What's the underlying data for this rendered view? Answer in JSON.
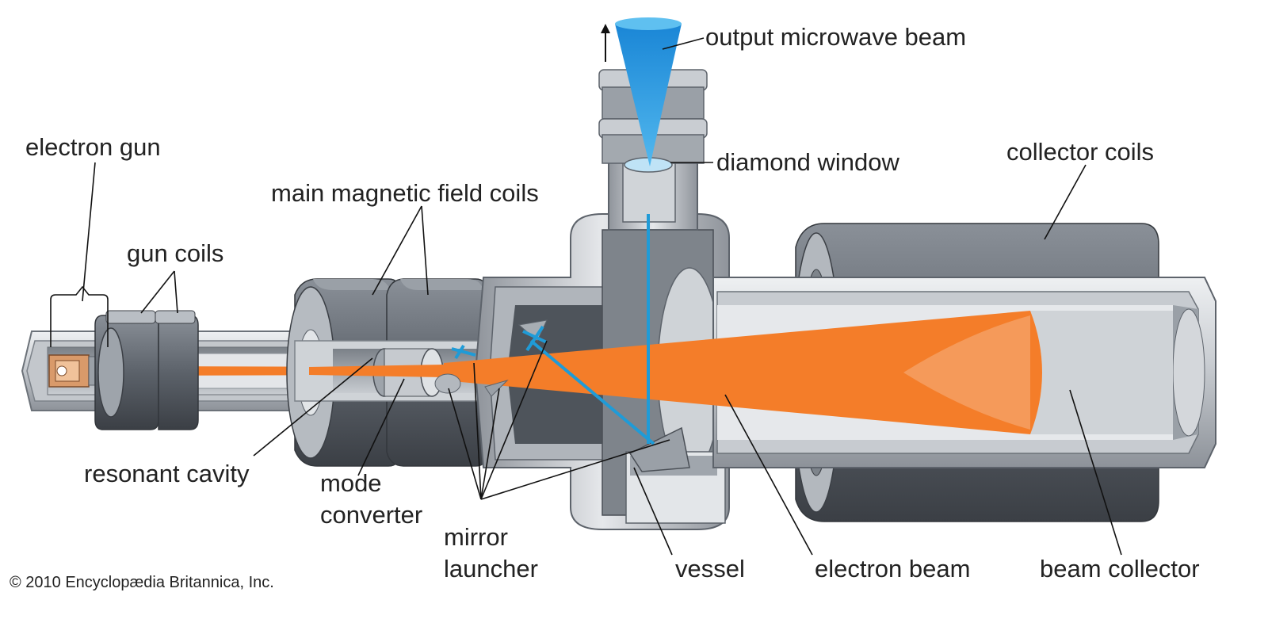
{
  "labels": {
    "electron_gun": "electron gun",
    "gun_coils": "gun coils",
    "main_coils": "main magnetic field coils",
    "output_beam": "output microwave beam",
    "diamond_window": "diamond window",
    "collector_coils": "collector coils",
    "resonant_cavity": "resonant cavity",
    "mode": "mode",
    "converter": "converter",
    "mirror": "mirror",
    "launcher": "launcher",
    "vessel": "vessel",
    "electron_beam": "electron beam",
    "beam_collector": "beam collector"
  },
  "copyright": "© 2010 Encyclopædia Britannica, Inc.",
  "colors": {
    "beam_orange": "#f47d29",
    "microwave_blue": "#1f9bd7",
    "metal_light": "#d9dce0",
    "metal_mid": "#a9aeb5",
    "metal_dark": "#5d636b",
    "coil_dark": "#4a4f56"
  }
}
